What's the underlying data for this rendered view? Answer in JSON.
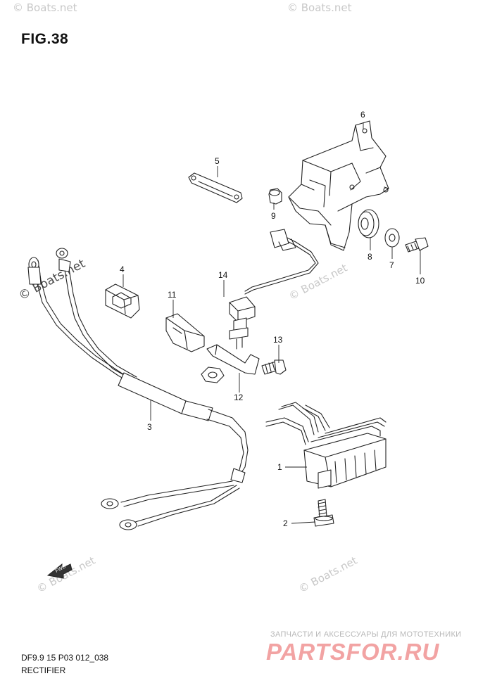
{
  "figure": {
    "title": "FIG.38"
  },
  "parts": [
    {
      "number": "1"
    },
    {
      "number": "2"
    },
    {
      "number": "3"
    },
    {
      "number": "4"
    },
    {
      "number": "5"
    },
    {
      "number": "6"
    },
    {
      "number": "7"
    },
    {
      "number": "8"
    },
    {
      "number": "9"
    },
    {
      "number": "10"
    },
    {
      "number": "11"
    },
    {
      "number": "12"
    },
    {
      "number": "13"
    },
    {
      "number": "14"
    }
  ],
  "footer": {
    "code": "DF9.9 15 P03 012_038",
    "name": "RECTIFIER"
  },
  "watermark": {
    "text": "© Boats.net"
  },
  "shop": {
    "tagline": "ЗАПЧАСТИ И АКСЕССУАРЫ ДЛЯ МОТОТЕХНИКИ",
    "logo": "PARTSFOR.RU"
  },
  "icons": {
    "fwd_arrow": "fwd-arrow-icon",
    "fwd_text": "FWD"
  }
}
